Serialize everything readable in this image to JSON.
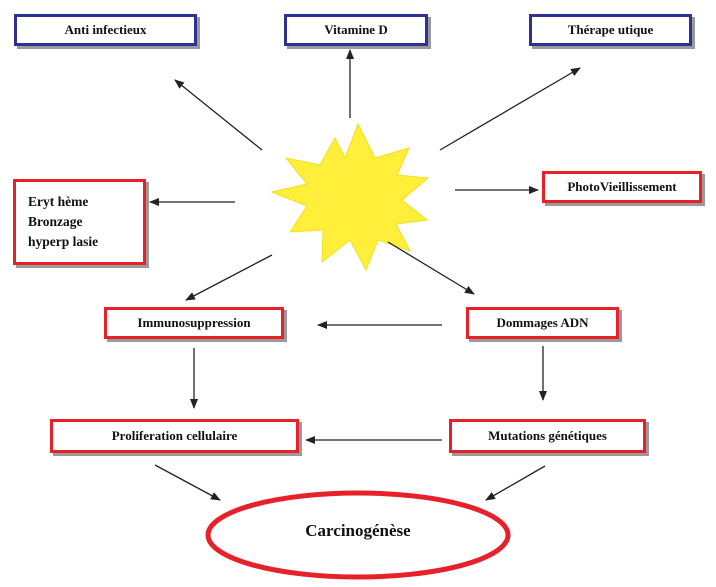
{
  "effects": {
    "anti_infectieux": "Anti infectieux",
    "vitamine_d": "Vitamine D",
    "therapeutique": "Thérape utique",
    "erytheme": [
      "Eryt hème",
      "Bronzage",
      "hyperp lasie"
    ],
    "photovieillissement": "PhotoVieillissement",
    "immunosuppression": "Immunosuppression",
    "dommages_adn": "Dommages ADN",
    "proliferation": "Proliferation cellulaire",
    "mutations": "Mutations génétiques",
    "carcinogenese": "Carcinogénèse"
  },
  "colors": {
    "sun": "#ffef3a",
    "blue_border": "#2e3192",
    "red_border": "#e8202a",
    "arrow": "#222222"
  }
}
